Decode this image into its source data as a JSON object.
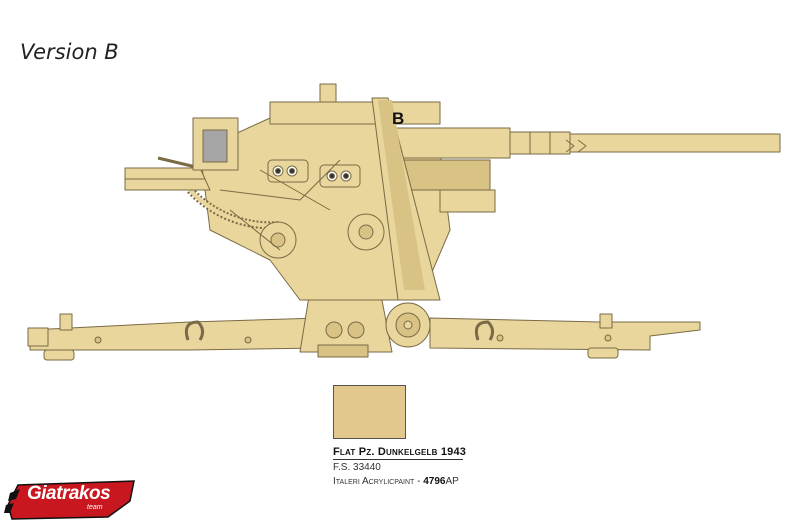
{
  "title": "Version B",
  "gun": {
    "marking": "B",
    "color": "#e9d69c",
    "outline": "#7a6a45",
    "shadow": "#d8c384"
  },
  "paint": {
    "swatch_color": "#e2c88d",
    "name": "Flat Pz. Dunkelgelb 1943",
    "fs_code": "F.S. 33440",
    "brand": "Italeri Acrylicpaint - ",
    "product_code": "4796",
    "product_suffix": "AP"
  },
  "logo": {
    "name": "Giatrakos",
    "sub": "team",
    "color": "#c8171e"
  }
}
